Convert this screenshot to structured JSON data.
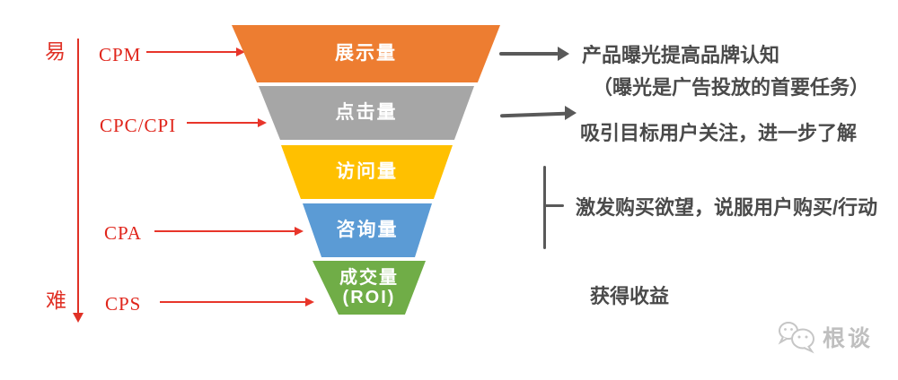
{
  "difficulty_axis": {
    "top_label": "易",
    "bottom_label": "难"
  },
  "metrics": [
    {
      "label": "CPM"
    },
    {
      "label": "CPC/CPI"
    },
    {
      "label": "CPA"
    },
    {
      "label": "CPS"
    }
  ],
  "funnel": {
    "layers": [
      {
        "label": "展示量",
        "color": "#ED7D31"
      },
      {
        "label": "点击量",
        "color": "#A6A6A6"
      },
      {
        "label": "访问量",
        "color": "#FFC000"
      },
      {
        "label": "咨询量",
        "color": "#5B9BD5"
      },
      {
        "label": "成交量",
        "sublabel": "(ROI)",
        "color": "#70AD47"
      }
    ]
  },
  "annotations": [
    {
      "text": "产品曝光提高品牌认知"
    },
    {
      "text": "（曝光是广告投放的首要任务）"
    },
    {
      "text": "吸引目标用户关注，进一步了解"
    },
    {
      "text": "激发购买欲望，说服用户购买/行动"
    },
    {
      "text": "获得收益"
    }
  ],
  "colors": {
    "red_accent": "#E8352A",
    "arrow_dark": "#595959",
    "text_dark": "#4A4A4A",
    "watermark_gray": "#BFBFBF"
  },
  "watermark": {
    "icon": "wechat-icon",
    "label": "根谈"
  }
}
